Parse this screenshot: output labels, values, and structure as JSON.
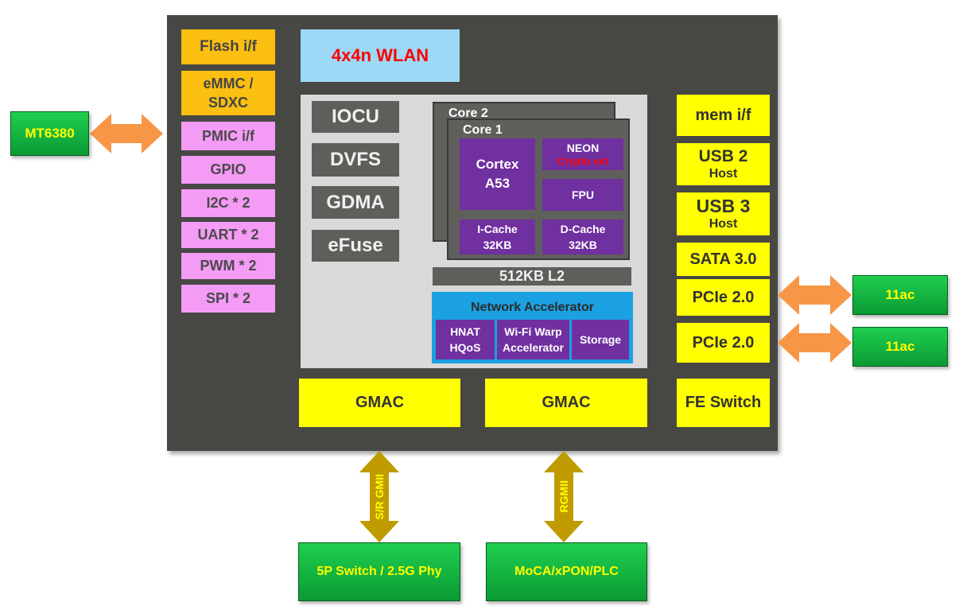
{
  "left_blocks": [
    "Flash i/f",
    "eMMC /\nSDXC",
    "PMIC i/f",
    "GPIO",
    "I2C * 2",
    "UART * 2",
    "PWM * 2",
    "SPI * 2"
  ],
  "wlan": "4x4n WLAN",
  "engines": [
    "IOCU",
    "DVFS",
    "GDMA",
    "eFuse"
  ],
  "cores": {
    "core2_label": "Core 2",
    "core1_label": "Core 1",
    "cortex": "Cortex\nA53",
    "neon": "NEON",
    "crypto": "Crypto ext",
    "fpu": "FPU",
    "icache": "I-Cache\n32KB",
    "dcache": "D-Cache\n32KB"
  },
  "l2": "512KB L2",
  "network_accelerator": {
    "title": "Network Accelerator",
    "items": [
      "HNAT\nHQoS",
      "Wi-Fi Warp\nAccelerator",
      "Storage"
    ]
  },
  "right_blocks": {
    "mem": "mem i/f",
    "usb2": "USB 2",
    "usb2_sub": "Host",
    "usb3": "USB 3",
    "usb3_sub": "Host",
    "sata": "SATA 3.0",
    "pcie1": "PCIe 2.0",
    "pcie2": "PCIe 2.0",
    "fe_switch": "FE Switch"
  },
  "gmac": [
    "GMAC",
    "GMAC"
  ],
  "external": {
    "mt6380": "MT6380",
    "ac1": "11ac",
    "ac2": "11ac",
    "switch": "5P Switch / 2.5G Phy",
    "moca": "MoCA/xPON/PLC"
  },
  "links": {
    "sgmii": "S/R GMII",
    "rgmii": "RGMII"
  },
  "colors": {
    "chip": "#474744",
    "orange_block": "#fbbf11",
    "pink_block": "#f49bf5",
    "yellow_block": "#ffff00",
    "purple_block": "#7030a0",
    "green_block": "#12b83f",
    "arrow_orange": "#f79646",
    "arrow_olive": "#c09b00",
    "wlan_bg": "#9dd9f6",
    "wlan_text": "#ff0000",
    "accelerator_bg": "#1ba1e2"
  }
}
